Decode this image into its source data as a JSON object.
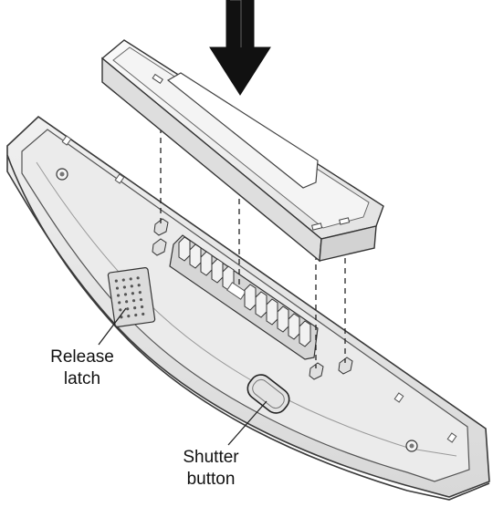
{
  "figure": {
    "colors": {
      "base_fill": "#e9e9e9",
      "base_edge": "#3a3a3a",
      "module_fill": "#f6f6f6",
      "arrow_fill": "#111111",
      "leader_line": "#222222"
    },
    "callouts": {
      "release_latch": {
        "line1": "Release",
        "line2": "latch"
      },
      "shutter_button": {
        "line1": "Shutter",
        "line2": "button"
      }
    }
  }
}
